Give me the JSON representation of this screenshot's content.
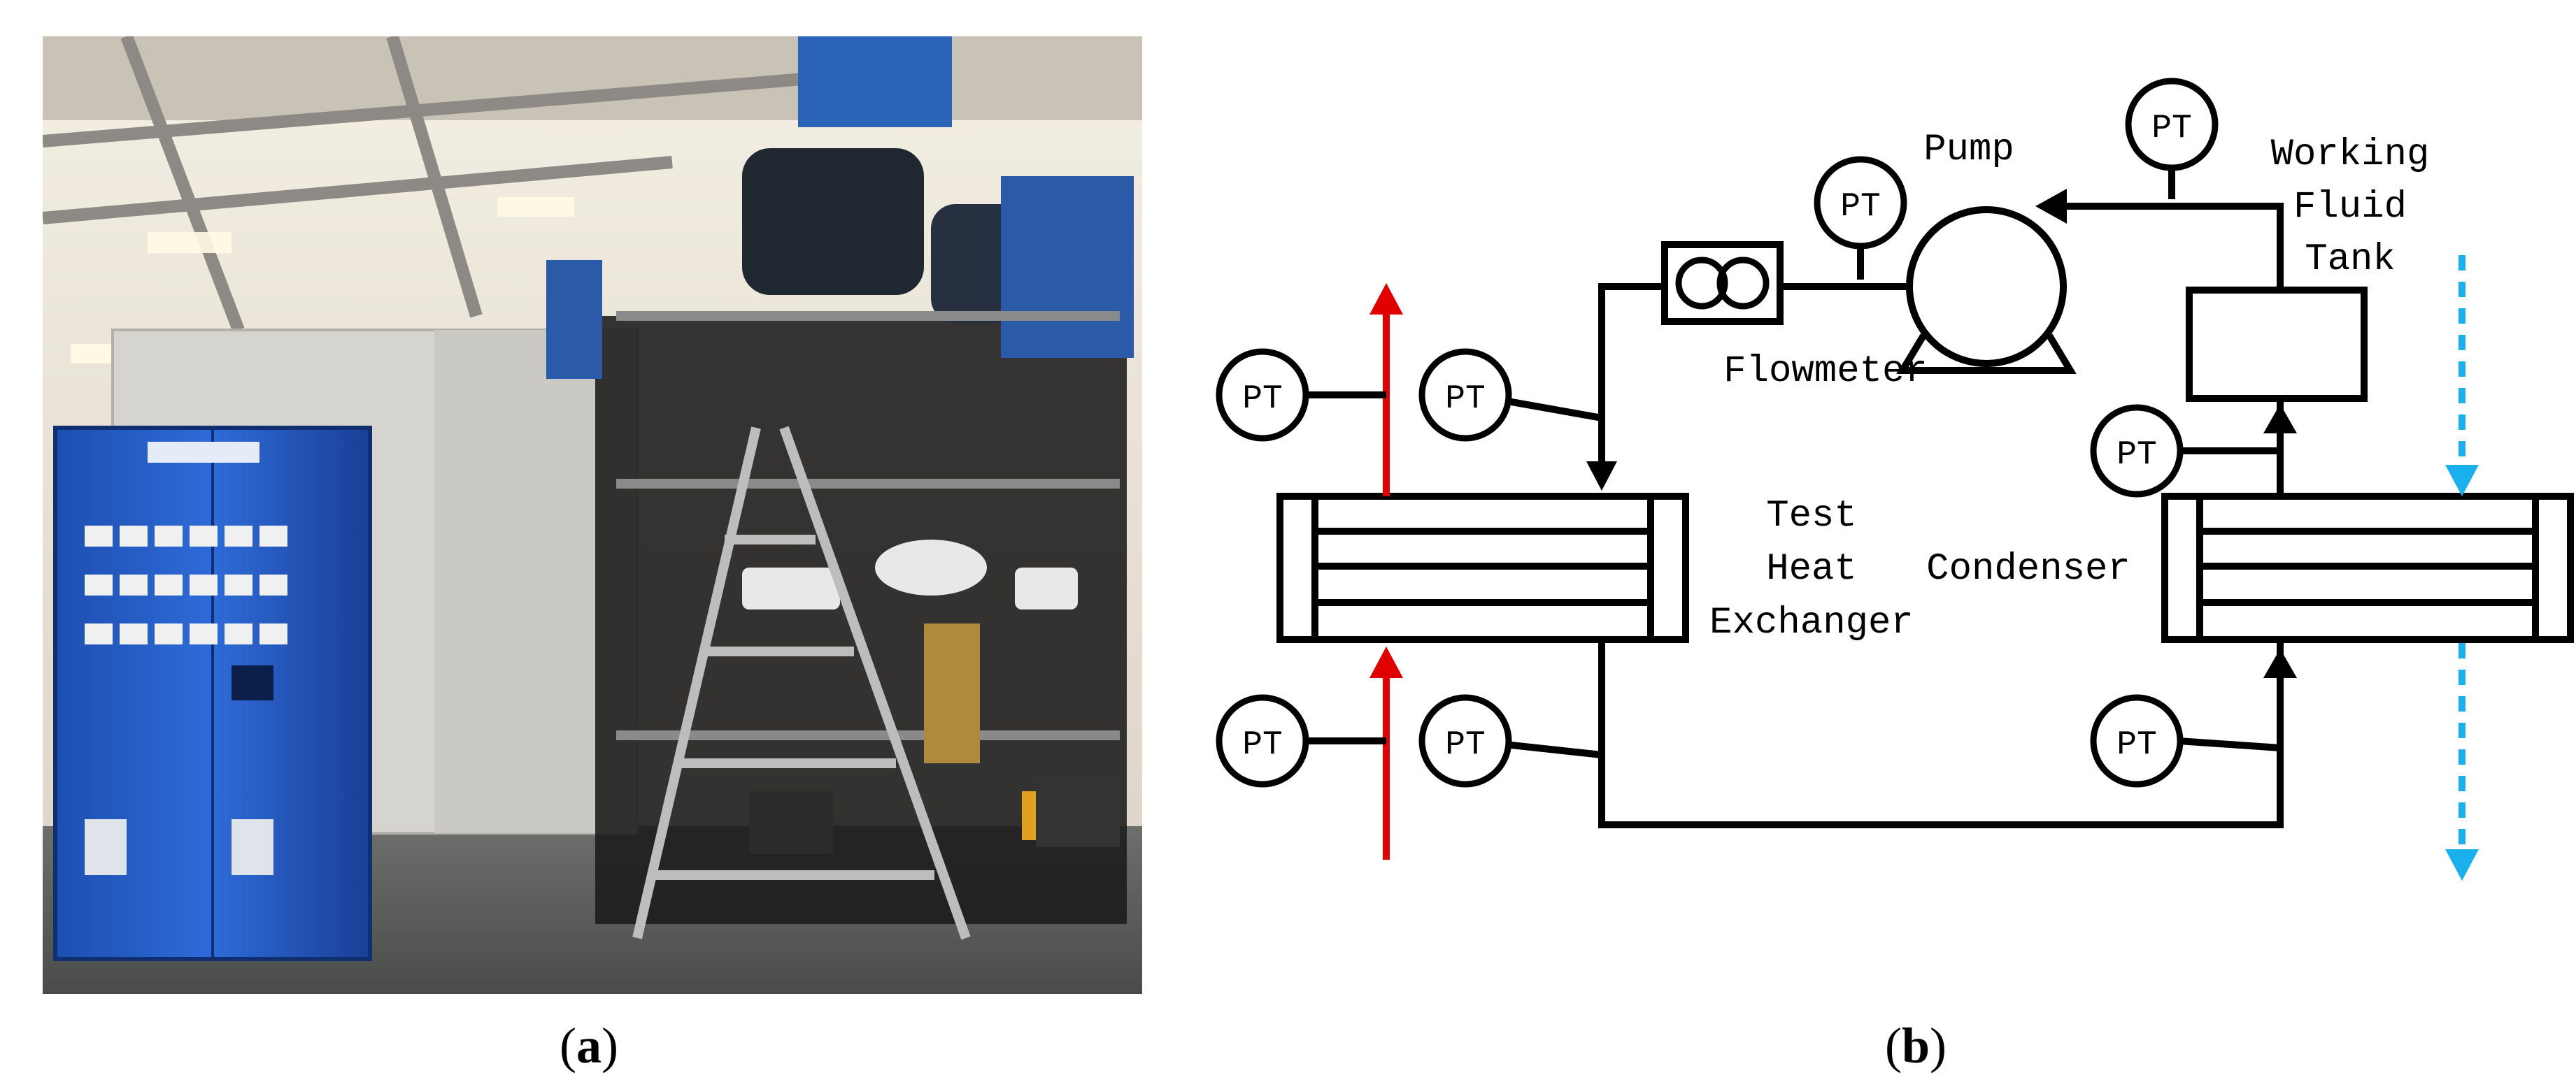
{
  "captions": {
    "a": {
      "open": "(",
      "letter": "a",
      "close": ")"
    },
    "b": {
      "open": "(",
      "letter": "b",
      "close": ")"
    }
  },
  "diagram": {
    "gauge_label": "PT",
    "components": {
      "pump": "Pump",
      "flowmeter": "Flowmeter",
      "tank_line1": "Working",
      "tank_line2": "Fluid",
      "tank_line3": "Tank",
      "test_hx_line1": "Test",
      "test_hx_line2": "Heat",
      "test_hx_line3": "Exchanger",
      "condenser": "Condenser"
    },
    "colors": {
      "hot_stream": "#e00000",
      "cold_stream": "#1ab0ee",
      "line": "#000000"
    }
  }
}
